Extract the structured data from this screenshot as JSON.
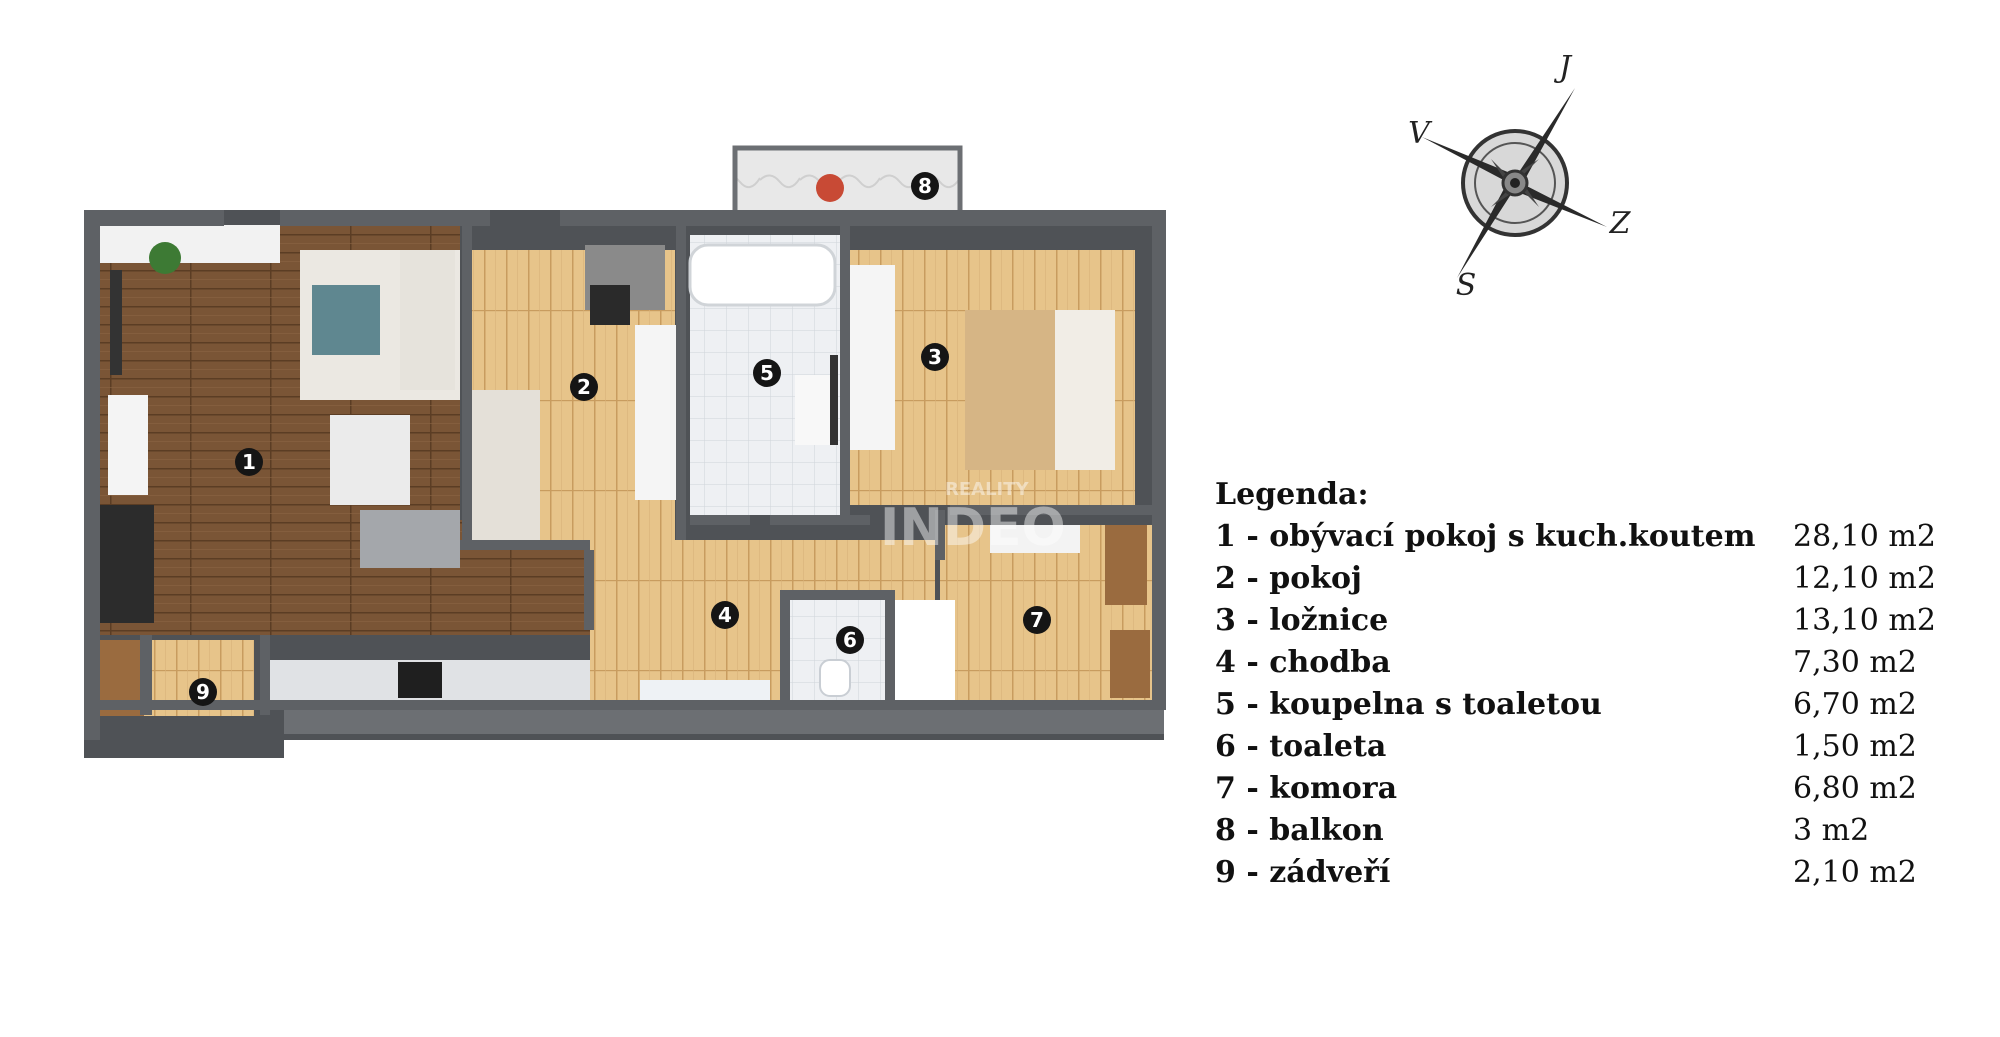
{
  "legend": {
    "title": "Legenda:",
    "rooms": [
      {
        "number": "1",
        "name": "1 - obývací pokoj s kuch.koutem",
        "area": "28,10 m2"
      },
      {
        "number": "2",
        "name": "2 - pokoj",
        "area": "12,10 m2"
      },
      {
        "number": "3",
        "name": "3 - ložnice",
        "area": "13,10 m2"
      },
      {
        "number": "4",
        "name": "4 - chodba",
        "area": "7,30 m2"
      },
      {
        "number": "5",
        "name": "5 - koupelna s toaletou",
        "area": "6,70 m2"
      },
      {
        "number": "6",
        "name": "6 - toaleta",
        "area": "1,50 m2"
      },
      {
        "number": "7",
        "name": "7 - komora",
        "area": "6,80 m2"
      },
      {
        "number": "8",
        "name": "8 - balkon",
        "area": "3 m2"
      },
      {
        "number": "9",
        "name": "9 - zádveří",
        "area": "2,10 m2"
      }
    ]
  },
  "compass": {
    "north": "J",
    "west": "V",
    "east": "Z",
    "south": "S"
  },
  "watermark": {
    "small": "REALITY",
    "large": "INDEO"
  },
  "colors": {
    "wall": "#5e6165",
    "wood_dark": "#7a5536",
    "wood_light": "#e7c48a",
    "tile": "#eef0f3",
    "marker": "#151515"
  }
}
